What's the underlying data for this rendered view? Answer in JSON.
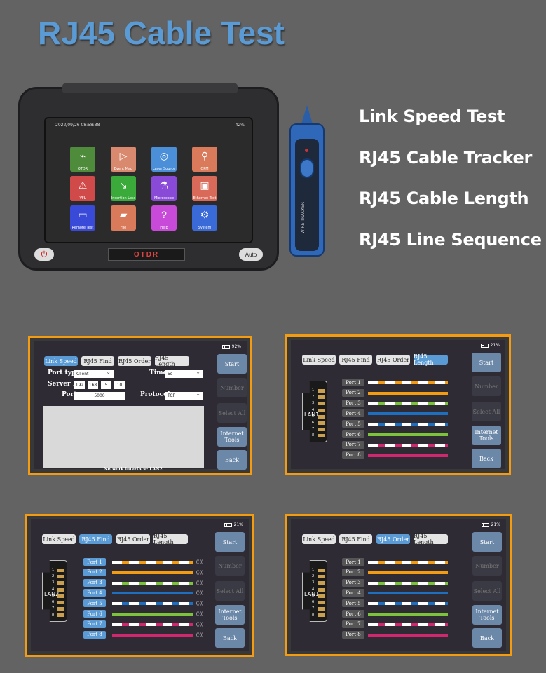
{
  "page_title": "RJ45 Cable Test",
  "features": [
    "Link Speed Test",
    "RJ45 Cable Tracker",
    "RJ45 Cable Length",
    "RJ45 Line Sequence"
  ],
  "device": {
    "datetime": "2022/09/26 08:58:38",
    "battery": "42%",
    "apps": [
      {
        "label": "OTDR",
        "color": "#4e8b3a",
        "icon": "chart-icon"
      },
      {
        "label": "Event Map",
        "color": "#d98a6e",
        "icon": "triangle-icon"
      },
      {
        "label": "Laser Source",
        "color": "#4a8fd8",
        "icon": "laser-icon"
      },
      {
        "label": "OPM",
        "color": "#d97b5a",
        "icon": "meter-icon"
      },
      {
        "label": "VFL",
        "color": "#d04a4a",
        "icon": "warning-icon"
      },
      {
        "label": "Insertion Loss",
        "color": "#3aaa3a",
        "icon": "arrow-icon"
      },
      {
        "label": "Microscope",
        "color": "#8a4ad8",
        "icon": "microscope-icon"
      },
      {
        "label": "Ethernet Test",
        "color": "#d96a5a",
        "icon": "ethernet-icon"
      },
      {
        "label": "Remote Test",
        "color": "#3a4ad8",
        "icon": "monitor-icon"
      },
      {
        "label": "File",
        "color": "#d97b5a",
        "icon": "folder-icon"
      },
      {
        "label": "Help",
        "color": "#c84ad8",
        "icon": "help-icon"
      },
      {
        "label": "System",
        "color": "#3a6ad8",
        "icon": "gear-icon"
      }
    ],
    "brand": "OTDR",
    "auto_label": "Auto"
  },
  "tracker": {
    "label": "WIRE TRACKER"
  },
  "tabs": {
    "link_speed": "Link Speed",
    "rj45_find": "RJ45 Find",
    "rj45_order": "RJ45 Order",
    "rj45_length": "RJ45 Length"
  },
  "side_buttons": {
    "start": "Start",
    "number": "Number",
    "select_all": "Select All",
    "internet_tools": "Internet Tools",
    "back": "Back"
  },
  "panel1": {
    "battery": "92%",
    "port_type_label": "Port type:",
    "port_type_value": "Client",
    "time_label": "Time:",
    "time_value": "5s",
    "server_ip_label": "Server IP:",
    "ip": [
      "192",
      "168",
      "5",
      "10"
    ],
    "port_label": "Port:",
    "port_value": "5000",
    "protocol_label": "Protocol:",
    "protocol_value": "TCP",
    "network_interface": "Network interface: LAN2"
  },
  "panel2": {
    "battery": "21%",
    "lan": "LAN1"
  },
  "panel3": {
    "battery": "21%",
    "lan": "LAN2"
  },
  "panel4": {
    "battery": "21%",
    "lan": "LAN1"
  },
  "ports": [
    "Port 1",
    "Port 2",
    "Port 3",
    "Port 4",
    "Port 5",
    "Port 6",
    "Port 7",
    "Port 8"
  ],
  "pin_numbers": [
    "1",
    "2",
    "3",
    "4",
    "5",
    "6",
    "7",
    "8"
  ],
  "wire_colors": [
    "#f39c12",
    "#f39c12",
    "#7cc23a",
    "#1f6fc0",
    "#1f6fc0",
    "#7cc23a",
    "#d0286e",
    "#d0286e"
  ],
  "wire_striped": [
    true,
    false,
    true,
    false,
    true,
    false,
    true,
    false
  ]
}
